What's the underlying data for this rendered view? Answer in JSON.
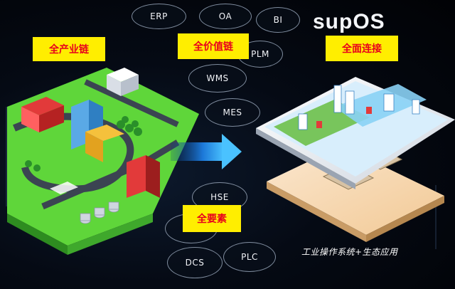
{
  "brand": {
    "name": "supOS"
  },
  "bubbles": [
    {
      "id": "erp",
      "label": "ERP"
    },
    {
      "id": "oa",
      "label": "OA"
    },
    {
      "id": "bi",
      "label": "BI"
    },
    {
      "id": "plm",
      "label": "PLM"
    },
    {
      "id": "wms",
      "label": "WMS"
    },
    {
      "id": "mes",
      "label": "MES"
    },
    {
      "id": "hse",
      "label": "HSE"
    },
    {
      "id": "dcs",
      "label": "DCS"
    },
    {
      "id": "plc",
      "label": "PLC"
    }
  ],
  "tags": {
    "industry_chain": "全产业链",
    "value_chain": "全价值链",
    "connection": "全面连接",
    "elements": "全要素"
  },
  "caption": "工业操作系统+生态应用",
  "colors": {
    "tag_bg": "#ffee00",
    "tag_text": "#e8001c",
    "arrow": "#2aa7ff",
    "city_green": "#5fd63a"
  }
}
